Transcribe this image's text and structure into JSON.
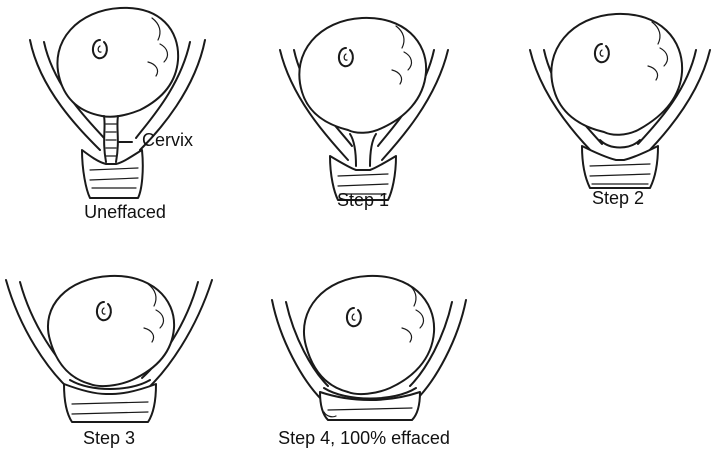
{
  "figure": {
    "callout_label": "Cervix",
    "stages": [
      {
        "id": "uneffaced",
        "caption": "Uneffaced"
      },
      {
        "id": "step1",
        "caption": "Step 1"
      },
      {
        "id": "step2",
        "caption": "Step 2"
      },
      {
        "id": "step3",
        "caption": "Step 3"
      },
      {
        "id": "step4",
        "caption": "Step 4, 100% effaced"
      }
    ]
  },
  "colors": {
    "line": "#1a1a1a",
    "background": "#ffffff"
  }
}
